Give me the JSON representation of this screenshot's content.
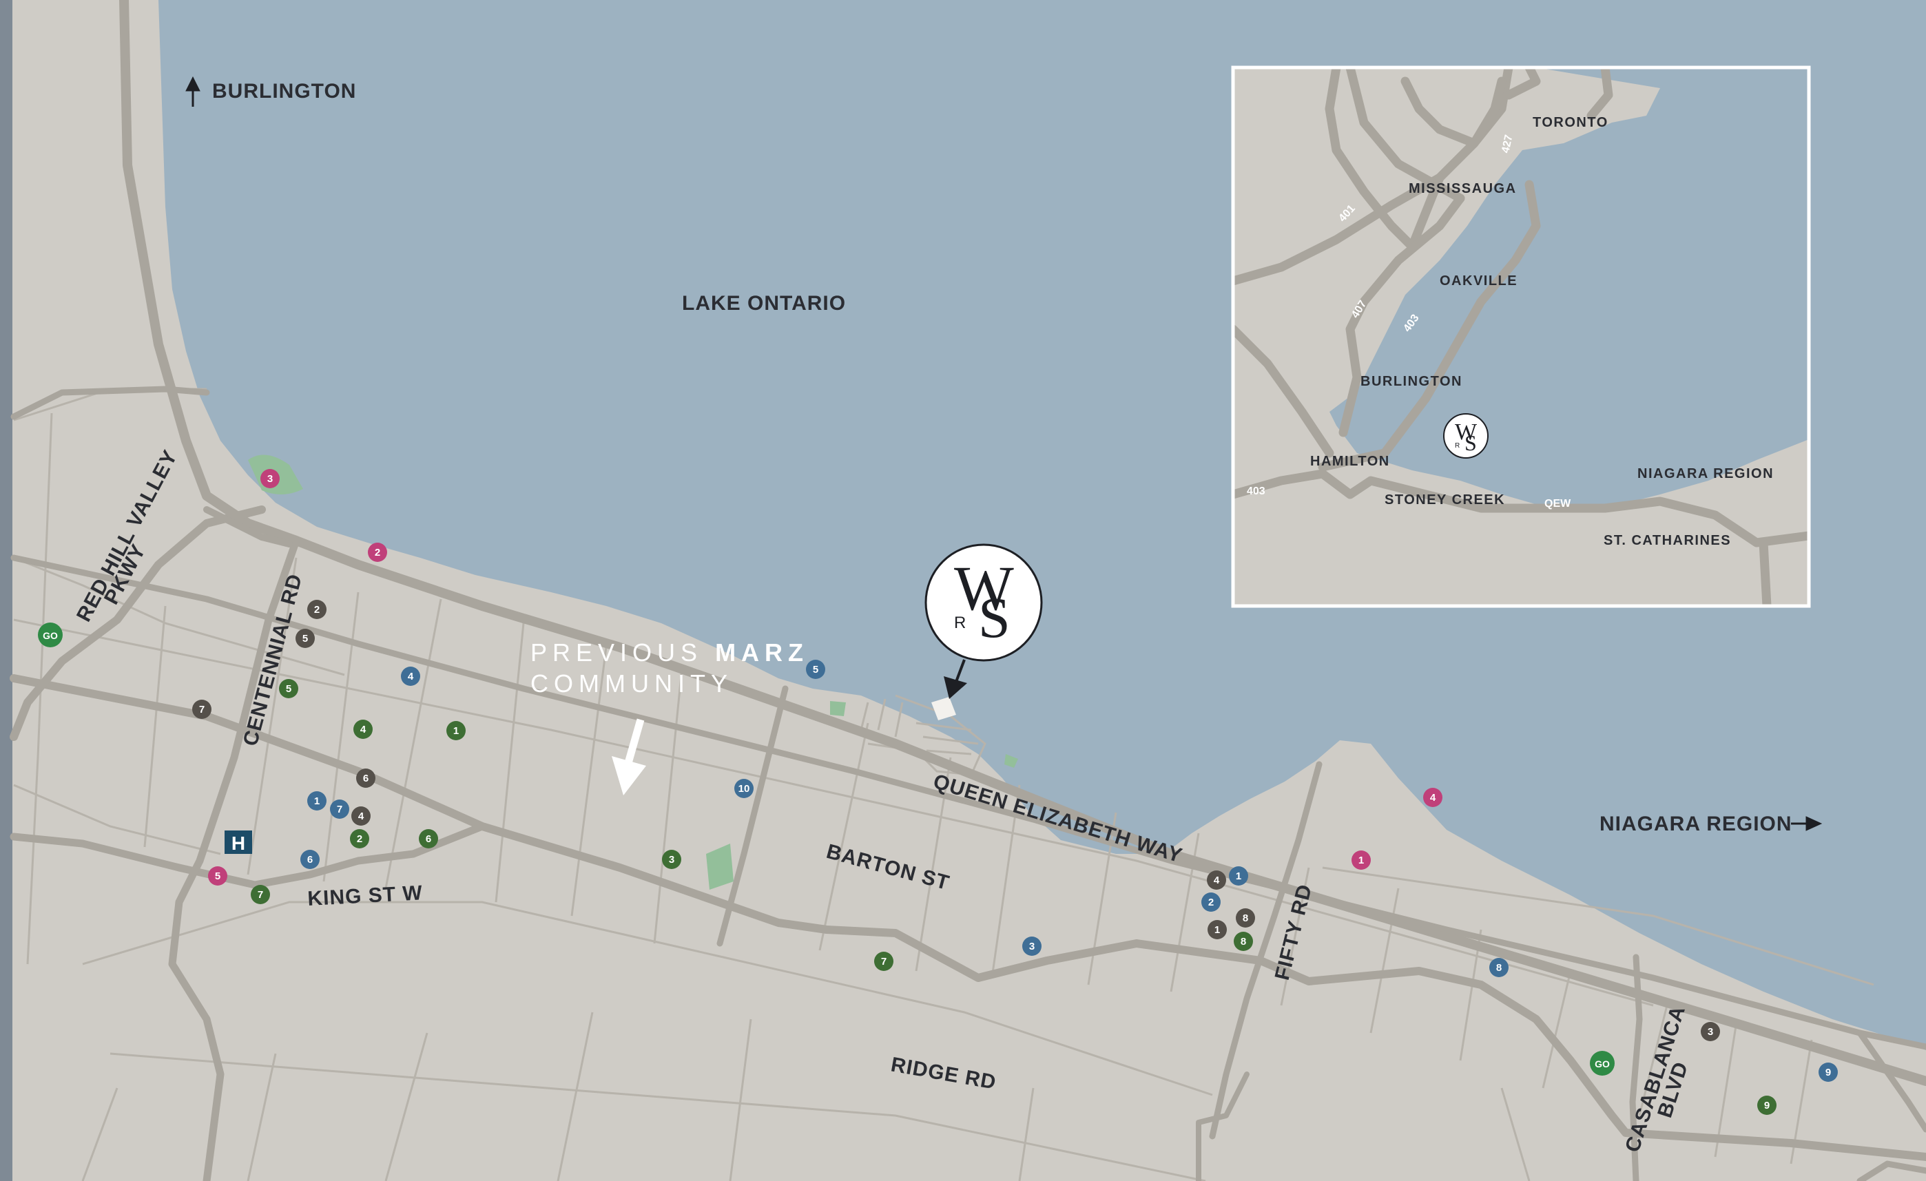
{
  "map": {
    "labels": {
      "burlington_top": "BURLINGTON",
      "lake": "LAKE ONTARIO",
      "niagara_right": "NIAGARA REGION",
      "red_hill_1": "RED HILL VALLEY",
      "red_hill_2": "PKWY",
      "centennial": "CENTENNIAL RD",
      "king": "KING ST W",
      "barton": "BARTON ST",
      "qew": "QUEEN ELIZABETH WAY",
      "fifty": "FIFTY RD",
      "ridge": "RIDGE RD",
      "casablanca_1": "CASABLANCA",
      "casablanca_2": "BLVD",
      "previous_1": "PREVIOUS",
      "previous_bold": "MARZ",
      "previous_2": "COMMUNITY"
    },
    "logo": {
      "w": "W",
      "r": "R",
      "s": "S"
    },
    "inset": {
      "toronto": "TORONTO",
      "mississauga": "MISSISSAUGA",
      "oakville": "OAKVILLE",
      "burlington": "BURLINGTON",
      "hamilton": "HAMILTON",
      "stoney_creek": "STONEY CREEK",
      "niagara": "NIAGARA REGION",
      "st_catharines": "ST. CATHARINES",
      "hwy_401": "401",
      "hwy_427": "427",
      "hwy_407": "407",
      "hwy_403_a": "403",
      "hwy_403_b": "403",
      "hwy_qew": "QEW"
    },
    "icons": {
      "go_label": "GO",
      "hospital_label": "H"
    },
    "colors": {
      "water": "#9db2c1",
      "land": "#cfccc6",
      "road": "#a9a59d",
      "park": "#93bf9a",
      "dark_marker": "#55504a",
      "blue_marker": "#3f6e96",
      "green_marker": "#3e6e34",
      "pink_marker": "#c0407a",
      "go_marker": "#2f8a45",
      "hospital": "#1c4c68"
    },
    "markers": [
      {
        "type": "pink",
        "label": "3"
      },
      {
        "type": "pink",
        "label": "2"
      },
      {
        "type": "pink",
        "label": "5"
      },
      {
        "type": "pink",
        "label": "4"
      },
      {
        "type": "pink",
        "label": "1"
      },
      {
        "type": "dark",
        "label": "2"
      },
      {
        "type": "dark",
        "label": "5"
      },
      {
        "type": "dark",
        "label": "7"
      },
      {
        "type": "dark",
        "label": "6"
      },
      {
        "type": "dark",
        "label": "4"
      },
      {
        "type": "dark",
        "label": "4"
      },
      {
        "type": "dark",
        "label": "8"
      },
      {
        "type": "dark",
        "label": "1"
      },
      {
        "type": "dark",
        "label": "3"
      },
      {
        "type": "blue",
        "label": "4"
      },
      {
        "type": "blue",
        "label": "5"
      },
      {
        "type": "blue",
        "label": "1"
      },
      {
        "type": "blue",
        "label": "7"
      },
      {
        "type": "blue",
        "label": "6"
      },
      {
        "type": "blue",
        "label": "10"
      },
      {
        "type": "blue",
        "label": "3"
      },
      {
        "type": "blue",
        "label": "1"
      },
      {
        "type": "blue",
        "label": "2"
      },
      {
        "type": "blue",
        "label": "8"
      },
      {
        "type": "blue",
        "label": "9"
      },
      {
        "type": "green",
        "label": "5"
      },
      {
        "type": "green",
        "label": "4"
      },
      {
        "type": "green",
        "label": "1"
      },
      {
        "type": "green",
        "label": "2"
      },
      {
        "type": "green",
        "label": "6"
      },
      {
        "type": "green",
        "label": "7"
      },
      {
        "type": "green",
        "label": "3"
      },
      {
        "type": "green",
        "label": "7"
      },
      {
        "type": "green",
        "label": "8"
      },
      {
        "type": "green",
        "label": "9"
      }
    ]
  }
}
